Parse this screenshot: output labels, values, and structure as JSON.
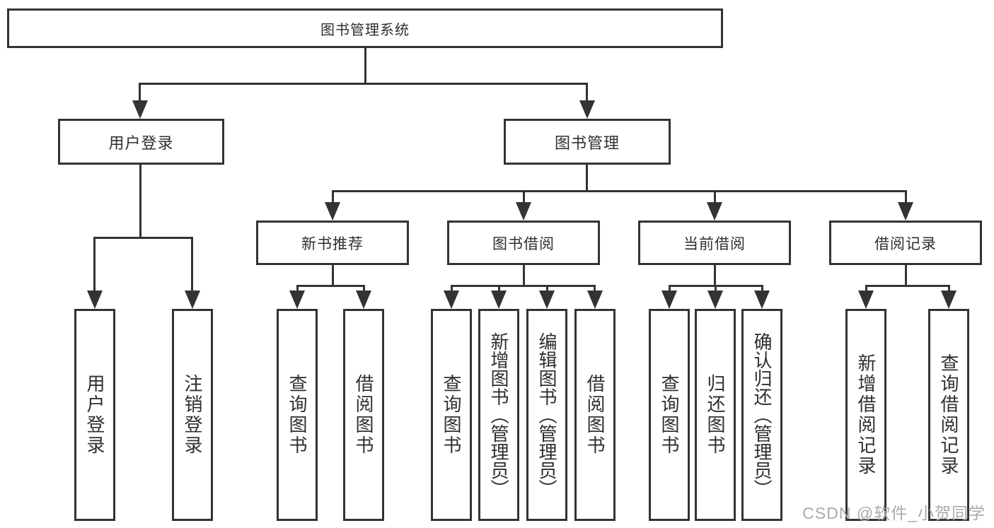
{
  "diagram": {
    "title": "图书管理系统",
    "root": {
      "label": "图书管理系统"
    },
    "level2": [
      {
        "label": "用户登录"
      },
      {
        "label": "图书管理"
      }
    ],
    "level3": [
      {
        "label": "新书推荐"
      },
      {
        "label": "图书借阅"
      },
      {
        "label": "当前借阅"
      },
      {
        "label": "借阅记录"
      }
    ],
    "leaves": [
      {
        "label": "用户登录",
        "parent": "用户登录"
      },
      {
        "label": "注销登录",
        "parent": "用户登录"
      },
      {
        "label": "查询图书",
        "parent": "新书推荐"
      },
      {
        "label": "借阅图书",
        "parent": "新书推荐"
      },
      {
        "label": "查询图书",
        "parent": "图书借阅"
      },
      {
        "label": "新增图书（管理员）",
        "parent": "图书借阅"
      },
      {
        "label": "编辑图书（管理员）",
        "parent": "图书借阅"
      },
      {
        "label": "借阅图书",
        "parent": "图书借阅"
      },
      {
        "label": "查询图书",
        "parent": "当前借阅"
      },
      {
        "label": "归还图书",
        "parent": "当前借阅"
      },
      {
        "label": "确认归还（管理员）",
        "parent": "当前借阅"
      },
      {
        "label": "新增借阅记录",
        "parent": "借阅记录"
      },
      {
        "label": "查询借阅记录",
        "parent": "借阅记录"
      }
    ]
  },
  "watermark": "CSDN @软件_小贺同学",
  "colors": {
    "line": "#333333",
    "text": "#2f2f2f",
    "background": "#ffffff",
    "watermark": "#aaaaaa"
  }
}
